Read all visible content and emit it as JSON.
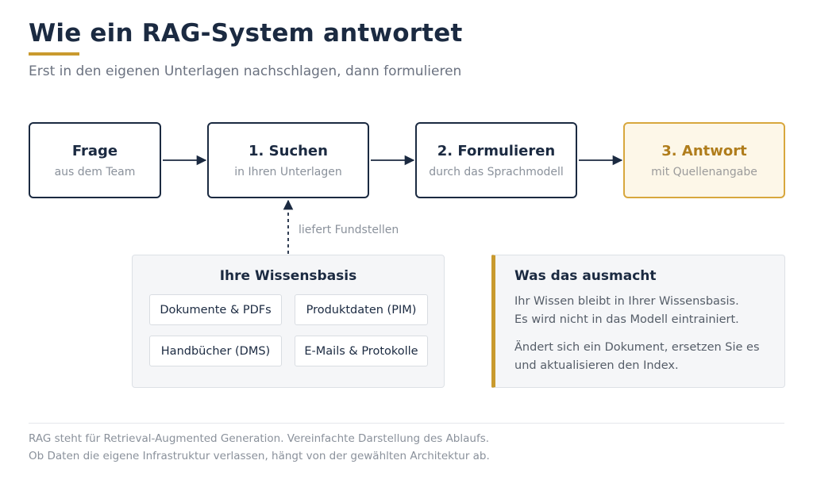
{
  "header": {
    "title": "Wie ein RAG-System antwortet",
    "subtitle": "Erst in den eigenen Unterlagen nachschlagen, dann formulieren"
  },
  "steps": [
    {
      "title": "Frage",
      "sub": "aus dem Team"
    },
    {
      "title": "1. Suchen",
      "sub": "in Ihren Unterlagen"
    },
    {
      "title": "2. Formulieren",
      "sub": "durch das Sprachmodell"
    },
    {
      "title": "3. Antwort",
      "sub": "mit Quellenangabe"
    }
  ],
  "retrieval_label": "liefert Fundstellen",
  "knowledge_base": {
    "title": "Ihre Wissensbasis",
    "items": [
      "Dokumente & PDFs",
      "Produktdaten (PIM)",
      "Handbücher (DMS)",
      "E-Mails & Protokolle"
    ]
  },
  "info": {
    "title": "Was das ausmacht",
    "paragraph1": [
      "Ihr Wissen bleibt in Ihrer Wissensbasis.",
      "Es wird nicht in das Modell eintrainiert."
    ],
    "paragraph2": [
      "Ändert sich ein Dokument, ersetzen Sie es",
      "und aktualisieren den Index."
    ]
  },
  "footer": {
    "line1": "RAG steht für Retrieval-Augmented Generation. Vereinfachte Darstellung des Ablaufs.",
    "line2": "Ob Daten die eigene Infrastruktur verlassen, hängt von der gewählten Architektur ab."
  },
  "colors": {
    "navy": "#1b2a41",
    "accent": "#c99a2e",
    "final_bg": "#fdf7e8"
  }
}
